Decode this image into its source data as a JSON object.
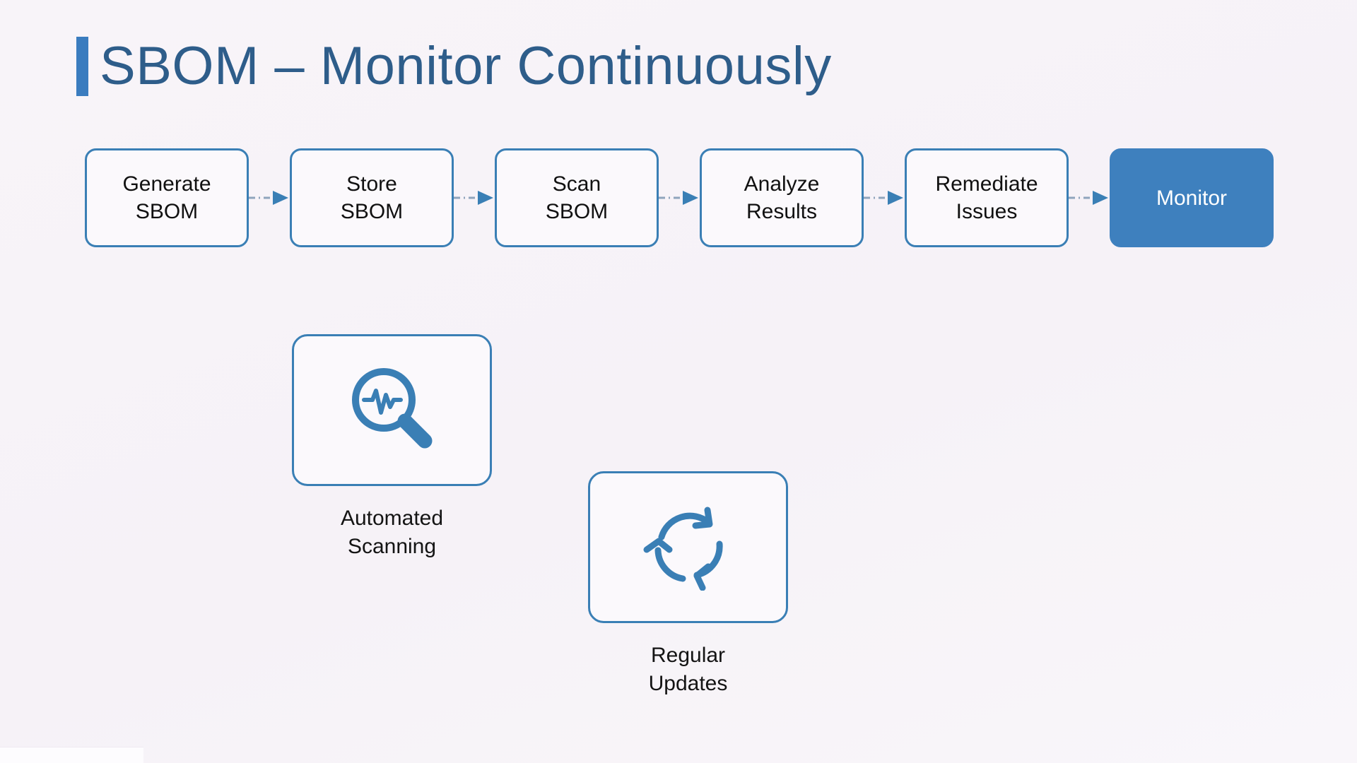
{
  "slide": {
    "title": "SBOM – Monitor Continuously",
    "background_color": "#f7f3f8",
    "accent_color": "#3b7cbf",
    "title_color": "#2e5d8a",
    "outline_color": "#3a7fb5",
    "fill_color": "#3e80be"
  },
  "flow": {
    "steps": [
      {
        "label": "Generate\nSBOM",
        "state": "outline"
      },
      {
        "label": "Store\nSBOM",
        "state": "outline"
      },
      {
        "label": "Scan\nSBOM",
        "state": "outline"
      },
      {
        "label": "Analyze\nResults",
        "state": "outline"
      },
      {
        "label": "Remediate\nIssues",
        "state": "outline"
      },
      {
        "label": "Monitor",
        "state": "filled"
      }
    ],
    "connector_style": "dash-dot-arrow"
  },
  "features": [
    {
      "caption": "Automated\nScanning",
      "icon": "magnifier-pulse-icon"
    },
    {
      "caption": "Regular\nUpdates",
      "icon": "refresh-cycle-icon"
    }
  ]
}
